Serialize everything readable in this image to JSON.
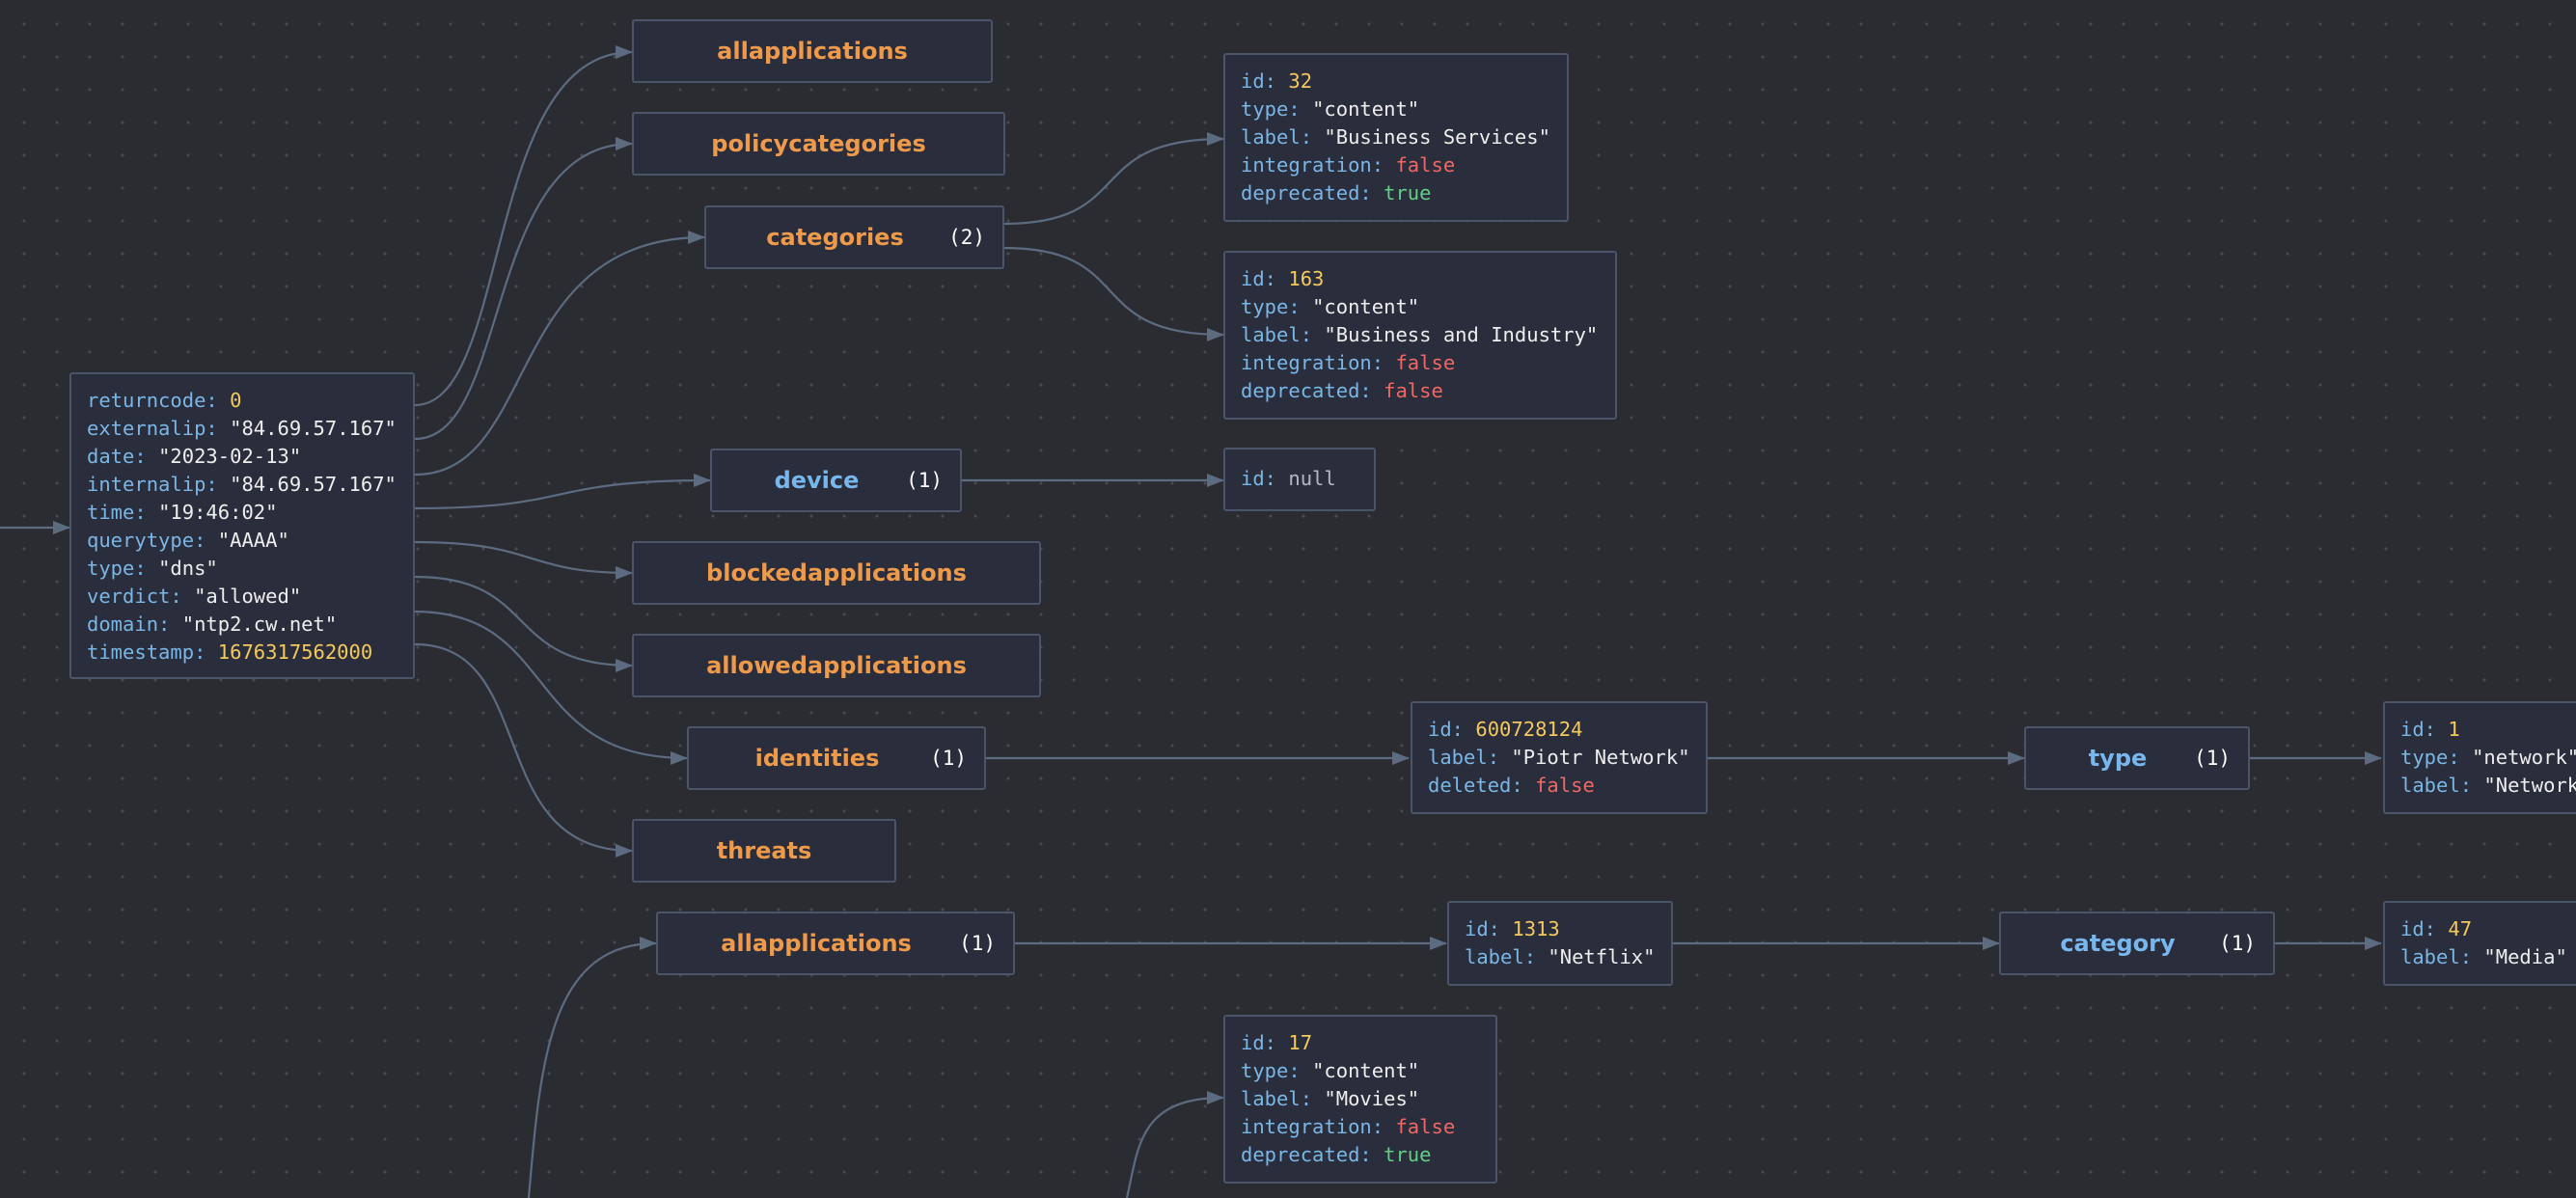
{
  "root": {
    "rows": [
      {
        "key": "returncode",
        "value": "0",
        "vtype": "num"
      },
      {
        "key": "externalip",
        "value": "\"84.69.57.167\"",
        "vtype": "str"
      },
      {
        "key": "date",
        "value": "\"2023-02-13\"",
        "vtype": "str"
      },
      {
        "key": "internalip",
        "value": "\"84.69.57.167\"",
        "vtype": "str"
      },
      {
        "key": "time",
        "value": "\"19:46:02\"",
        "vtype": "str"
      },
      {
        "key": "querytype",
        "value": "\"AAAA\"",
        "vtype": "str"
      },
      {
        "key": "type",
        "value": "\"dns\"",
        "vtype": "str"
      },
      {
        "key": "verdict",
        "value": "\"allowed\"",
        "vtype": "str"
      },
      {
        "key": "domain",
        "value": "\"ntp2.cw.net\"",
        "vtype": "str"
      },
      {
        "key": "timestamp",
        "value": "1676317562000",
        "vtype": "num"
      }
    ]
  },
  "key_nodes": {
    "allapplications_1": {
      "label": "allapplications",
      "count": ""
    },
    "policycategories": {
      "label": "policycategories",
      "count": ""
    },
    "categories": {
      "label": "categories",
      "count": "(2)"
    },
    "device": {
      "label": "device",
      "count": "(1)"
    },
    "blockedapplications": {
      "label": "blockedapplications",
      "count": ""
    },
    "allowedapplications": {
      "label": "allowedapplications",
      "count": ""
    },
    "identities": {
      "label": "identities",
      "count": "(1)"
    },
    "threats": {
      "label": "threats",
      "count": ""
    },
    "allapplications_2": {
      "label": "allapplications",
      "count": "(1)"
    },
    "identity_type": {
      "label": "type",
      "count": "(1)"
    },
    "app_category": {
      "label": "category",
      "count": "(1)"
    }
  },
  "object_nodes": {
    "category_32": [
      {
        "key": "id",
        "value": "32",
        "vtype": "num"
      },
      {
        "key": "type",
        "value": "\"content\"",
        "vtype": "str"
      },
      {
        "key": "label",
        "value": "\"Business Services\"",
        "vtype": "str"
      },
      {
        "key": "integration",
        "value": "false",
        "vtype": "false"
      },
      {
        "key": "deprecated",
        "value": "true",
        "vtype": "true"
      }
    ],
    "category_163": [
      {
        "key": "id",
        "value": "163",
        "vtype": "num"
      },
      {
        "key": "type",
        "value": "\"content\"",
        "vtype": "str"
      },
      {
        "key": "label",
        "value": "\"Business and Industry\"",
        "vtype": "str"
      },
      {
        "key": "integration",
        "value": "false",
        "vtype": "false"
      },
      {
        "key": "deprecated",
        "value": "false",
        "vtype": "false"
      }
    ],
    "device_obj": [
      {
        "key": "id",
        "value": "null",
        "vtype": "null"
      }
    ],
    "identity_obj": [
      {
        "key": "id",
        "value": "600728124",
        "vtype": "num"
      },
      {
        "key": "label",
        "value": "\"Piotr Network\"",
        "vtype": "str"
      },
      {
        "key": "deleted",
        "value": "false",
        "vtype": "false"
      }
    ],
    "identity_type_obj": [
      {
        "key": "id",
        "value": "1",
        "vtype": "num"
      },
      {
        "key": "type",
        "value": "\"network\"",
        "vtype": "str"
      },
      {
        "key": "label",
        "value": "\"Networks\"",
        "vtype": "str"
      }
    ],
    "app_obj": [
      {
        "key": "id",
        "value": "1313",
        "vtype": "num"
      },
      {
        "key": "label",
        "value": "\"Netflix\"",
        "vtype": "str"
      }
    ],
    "app_category_obj": [
      {
        "key": "id",
        "value": "47",
        "vtype": "num"
      },
      {
        "key": "label",
        "value": "\"Media\"",
        "vtype": "str"
      }
    ],
    "category_17": [
      {
        "key": "id",
        "value": "17",
        "vtype": "num"
      },
      {
        "key": "type",
        "value": "\"content\"",
        "vtype": "str"
      },
      {
        "key": "label",
        "value": "\"Movies\"",
        "vtype": "str"
      },
      {
        "key": "integration",
        "value": "false",
        "vtype": "false"
      },
      {
        "key": "deprecated",
        "value": "true",
        "vtype": "true"
      }
    ]
  },
  "colors": {
    "background": "#2b2c31",
    "node_fill": "#2a2d3b",
    "node_border": "#4a5569",
    "edge": "#5d6b80",
    "key_text": "#7ab6e6",
    "string_value": "#eeeeee",
    "number_value": "#f4c95d",
    "false_value": "#f06865",
    "true_value": "#5fcf86",
    "array_key_title": "#ef9a4a",
    "object_key_title": "#78b7ee"
  }
}
